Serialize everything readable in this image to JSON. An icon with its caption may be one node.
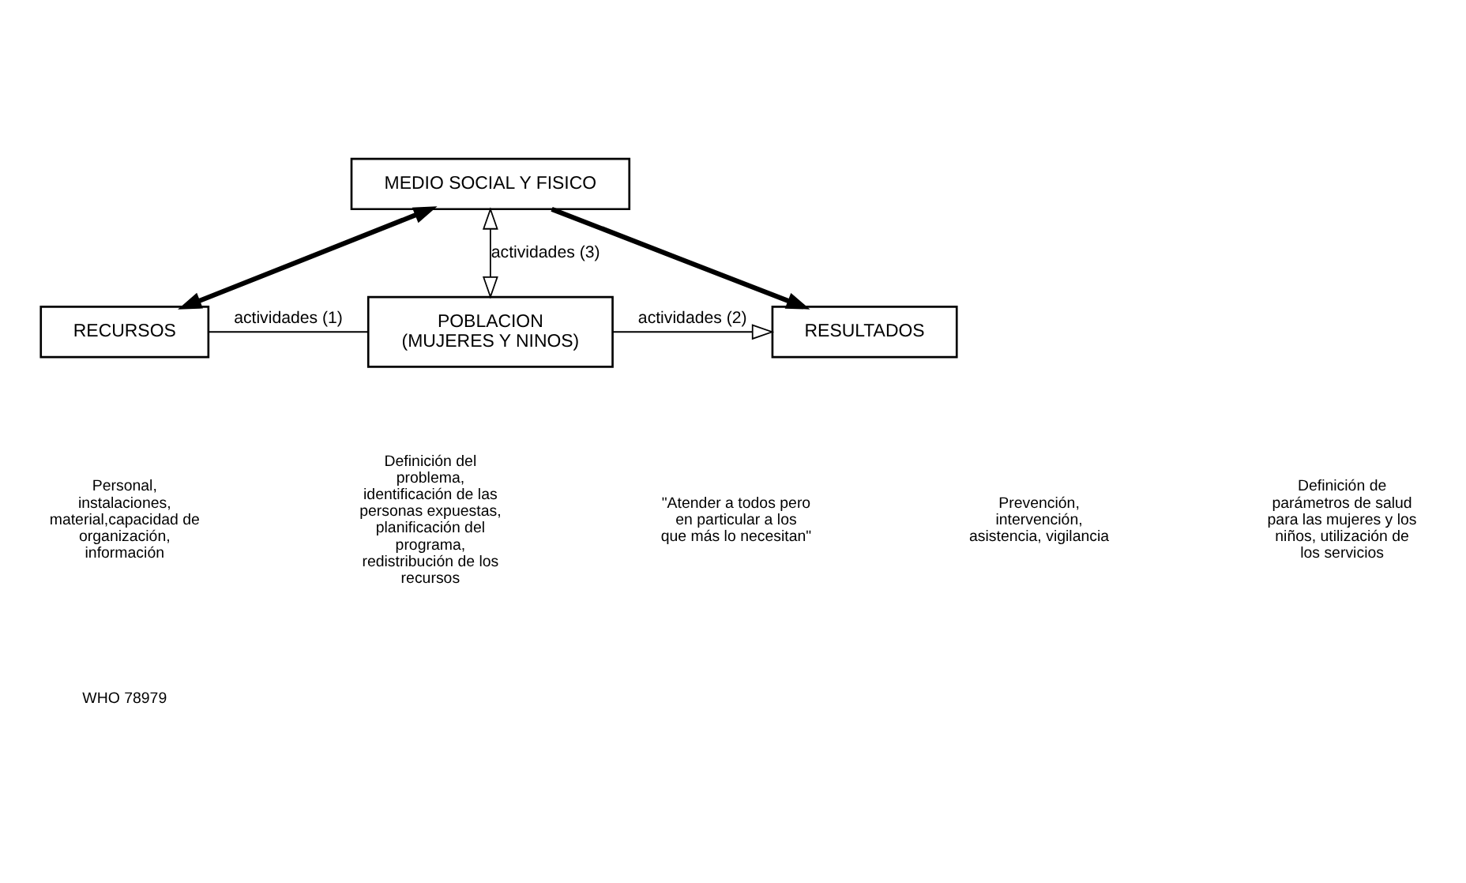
{
  "diagram": {
    "nodes": [
      {
        "text": [
          "MEDIO SOCIAL Y FISICO"
        ]
      },
      {
        "text": [
          "RECURSOS"
        ]
      },
      {
        "text": [
          "POBLACION",
          "(MUJERES Y NINOS)"
        ]
      },
      {
        "text": [
          "RESULTADOS"
        ]
      }
    ],
    "edges": [
      {
        "from": 0,
        "to": 1,
        "arrow": "both",
        "style": "thick"
      },
      {
        "from": 0,
        "to": 3,
        "arrow": "to",
        "style": "thick"
      },
      {
        "from": 0,
        "to": 2,
        "arrow": "both",
        "label": "actividades (3)"
      },
      {
        "from": 1,
        "to": 2,
        "arrow": "none",
        "label": "actividades (1)"
      },
      {
        "from": 2,
        "to": 3,
        "arrow": "to",
        "label": "actividades (2)"
      }
    ],
    "labels": [
      "Personal, instalaciones, material,capacidad de organización, información",
      "Definición del problema, identificación de las personas expuestas, planificación del programa, redistribución de los recursos",
      "\"Atender a todos pero en particular a los que más lo necesitan\"",
      "Prevención, intervención, asistencia, vigilancia",
      "Definición de parámetros de salud para las mujeres y los niños, utilización de los servicios",
      "WHO 78979"
    ]
  }
}
